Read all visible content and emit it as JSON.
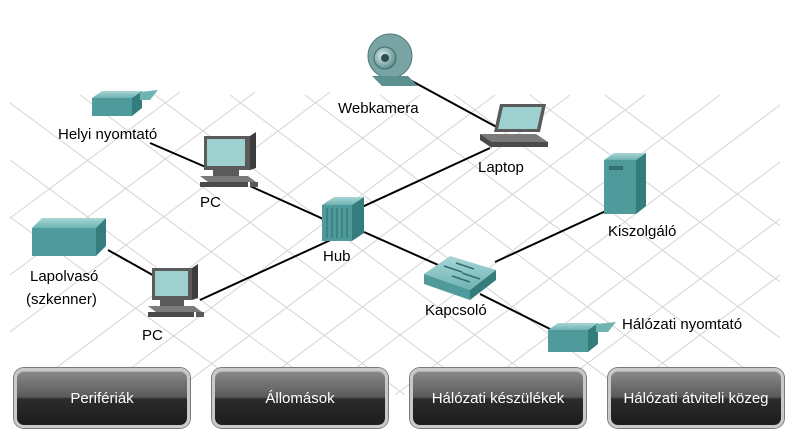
{
  "labels": {
    "local_printer": "Helyi nyomtató",
    "pc_top": "PC",
    "scanner_line1": "Lapolvasó",
    "scanner_line2": "(szkenner)",
    "pc_bottom": "PC",
    "webcam": "Webkamera",
    "laptop": "Laptop",
    "hub": "Hub",
    "server": "Kiszolgáló",
    "switch": "Kapcsoló",
    "network_printer": "Hálózati nyomtató"
  },
  "buttons": {
    "peripherals": "Perifériák",
    "hosts": "Állomások",
    "network_devices": "Hálózati készülékek",
    "network_media": "Hálózati átviteli közeg"
  },
  "colors": {
    "device_teal": "#4f9a9a",
    "device_light": "#9fd0d0",
    "device_dark": "#2f6f6f",
    "grid": "#d4d4d4",
    "cable": "#000000",
    "button_text": "#ffffff"
  },
  "icons": [
    "printer-icon",
    "pc-icon",
    "scanner-icon",
    "webcam-icon",
    "laptop-icon",
    "hub-icon",
    "server-icon",
    "switch-icon"
  ]
}
